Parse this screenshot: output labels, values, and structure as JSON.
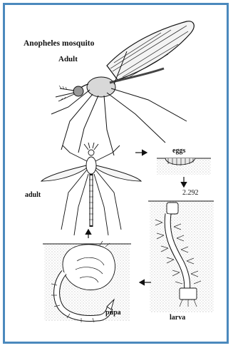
{
  "diagram": {
    "title": "Anopheles mosquito",
    "subtitle": "Adult",
    "labels": {
      "eggs": "eggs",
      "figure_number": "2.292",
      "adult": "adult",
      "pupa": "pupa",
      "larva": "larva"
    },
    "colors": {
      "border": "#4b89bd",
      "ink": "#111111",
      "stipple": "#bdbdbd"
    }
  }
}
